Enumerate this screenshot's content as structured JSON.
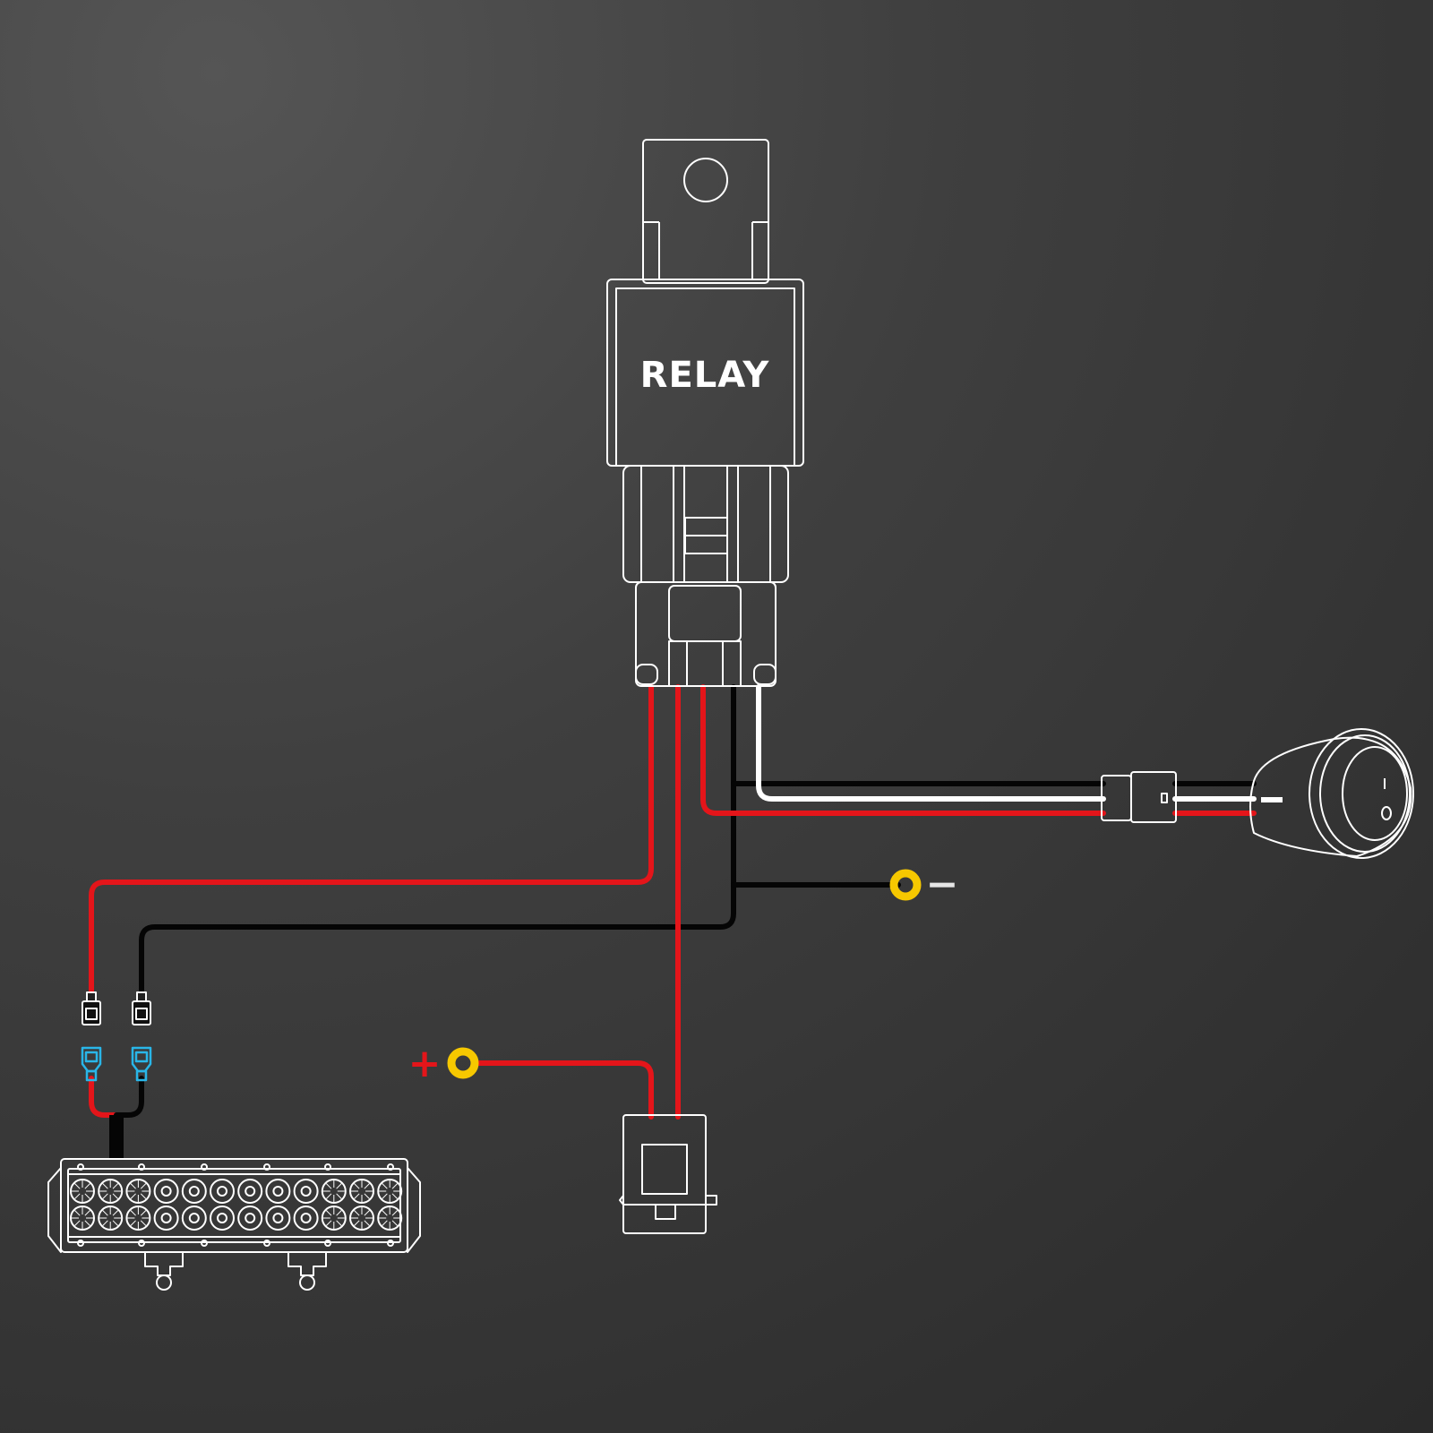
{
  "relay": {
    "label": "RELAY"
  },
  "terminals": {
    "positive": {
      "symbol": "+",
      "color": "#e4151a"
    },
    "negative": {
      "symbol": "−",
      "color": "#e6e6e6"
    },
    "ring_color": "#f6c800"
  },
  "wire_colors": {
    "red": "#e4151a",
    "black": "#050505",
    "white": "#ffffff"
  },
  "connector_accent": "#29b6e8",
  "components": [
    "relay",
    "rocker-switch",
    "fuse-holder",
    "led-light-bar",
    "battery-positive-ring",
    "battery-negative-ring",
    "light-bar-connectors"
  ]
}
